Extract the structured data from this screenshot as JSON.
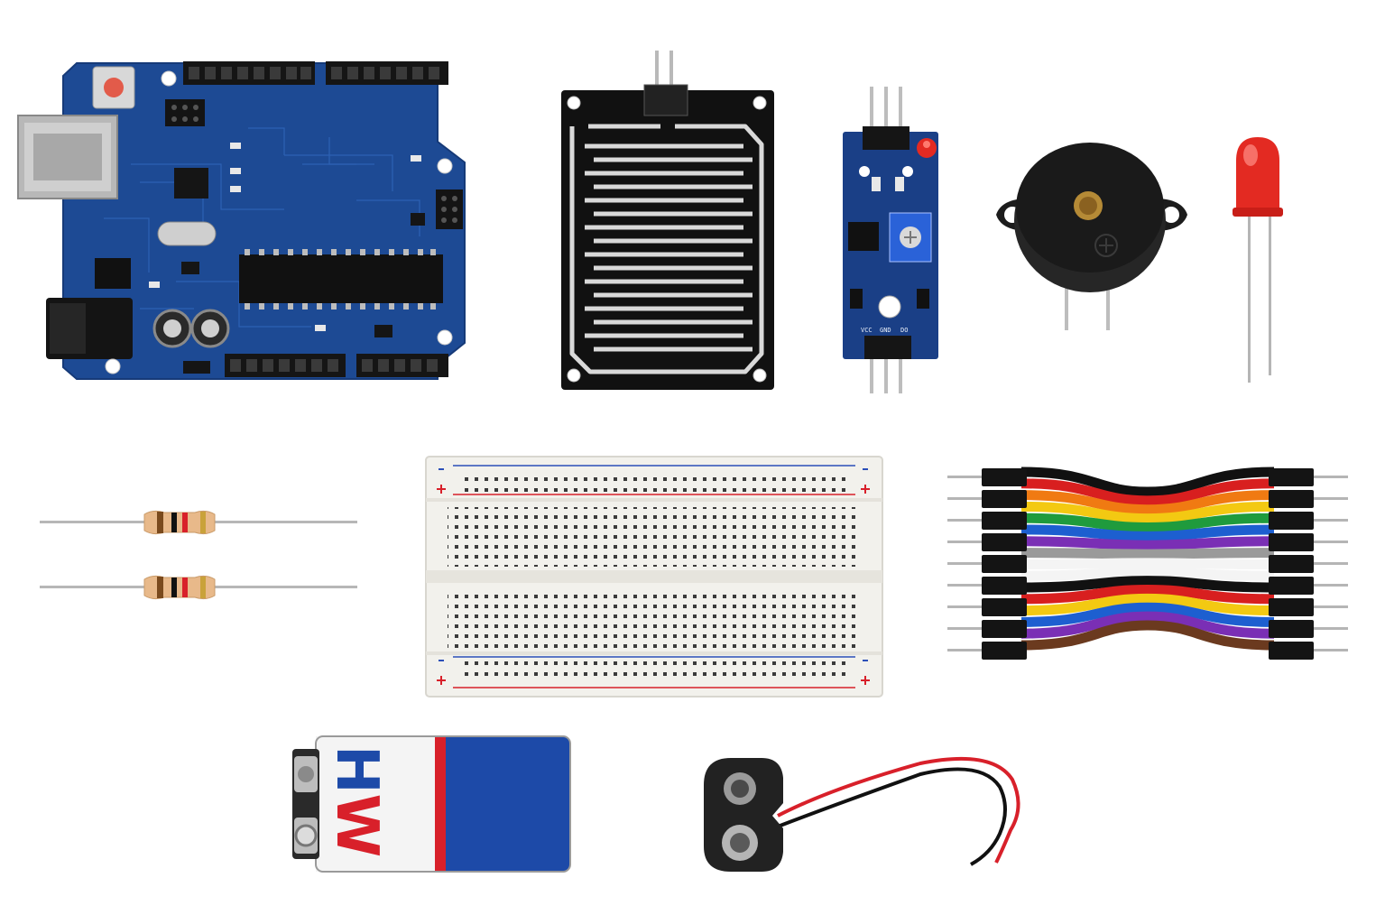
{
  "scene": {
    "background": "#ffffff",
    "components": [
      {
        "name": "microcontroller-board",
        "color": "#1d4a94"
      },
      {
        "name": "rain-sensor-plate",
        "color": "#111111"
      },
      {
        "name": "sensor-module",
        "color": "#1a3f86"
      },
      {
        "name": "piezo-buzzer",
        "color": "#1c1c1c"
      },
      {
        "name": "red-led",
        "color": "#e32a22"
      },
      {
        "name": "resistor",
        "count": 2,
        "color": "#e8b98a"
      },
      {
        "name": "half-size-breadboard",
        "color": "#f2f1ec"
      },
      {
        "name": "jumper-wire-bundle",
        "colors": [
          "#111111",
          "#d81f1f",
          "#f07a12",
          "#f3c912",
          "#1f9b3d",
          "#1d5fd0",
          "#7a2fb5",
          "#9a9a9a",
          "#ffffff",
          "#ffffff",
          "#111111",
          "#d81f1f",
          "#f3c912",
          "#1d5fd0",
          "#7a2fb5",
          "#6b3a1f"
        ]
      },
      {
        "name": "9v-battery"
      },
      {
        "name": "battery-snap-connector",
        "color": "#222222"
      }
    ],
    "battery_logo": {
      "letter_a": "H",
      "letter_b": "W",
      "color_a": "#1d4aa8",
      "color_b": "#d8202a"
    },
    "battery_colors": {
      "label": "#f4f4f4",
      "stripe": "#d8202a",
      "body": "#1d4aa8"
    },
    "sensor_module_pins": [
      "VCC",
      "GND",
      "DO"
    ]
  }
}
